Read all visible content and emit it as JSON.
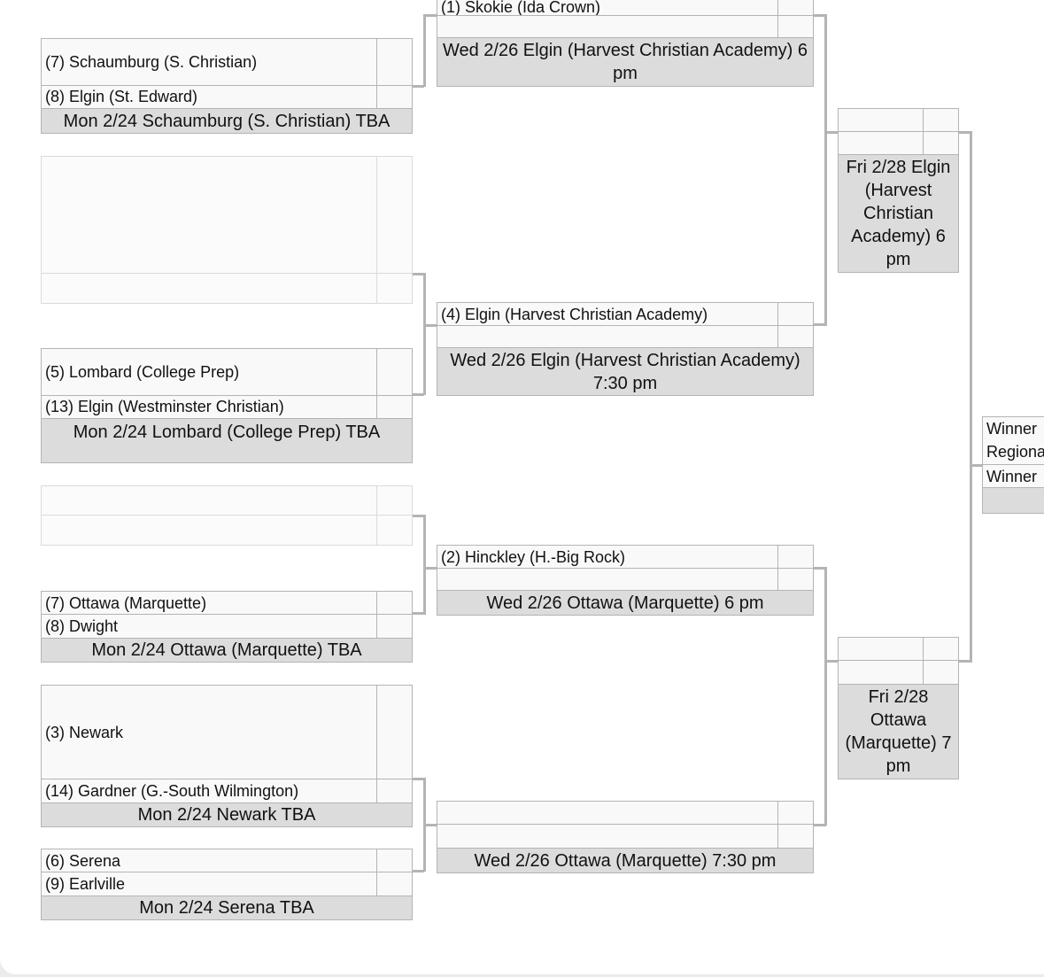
{
  "regional_a": {
    "round1": {
      "game1": {
        "seed_7": "(7) Schaumburg (S. Christian)",
        "seed_8": "(8) Elgin (St. Edward)",
        "info": "Mon 2/24 Schaumburg (S. Christian) TBA"
      },
      "game2": {
        "seed_5": "(5) Lombard (College Prep)",
        "seed_13": "(13) Elgin (Westminster Christian)",
        "info": "Mon 2/24 Lombard (College Prep) TBA"
      }
    },
    "round2": {
      "game1": {
        "seed_1": "(1) Skokie (Ida Crown)",
        "info": "Wed 2/26 Elgin (Harvest Christian Academy) 6 pm"
      },
      "game2": {
        "seed_4": "(4) Elgin (Harvest Christian Academy)",
        "info": "Wed 2/26 Elgin (Harvest Christian Academy) 7:30 pm"
      }
    },
    "final": {
      "info": "Fri 2/28 Elgin (Harvest Christian Academy) 6 pm"
    }
  },
  "regional_b": {
    "round1": {
      "game1": {
        "seed_7": "(7) Ottawa (Marquette)",
        "seed_8": "(8) Dwight",
        "info": "Mon 2/24 Ottawa (Marquette) TBA"
      },
      "game2": {
        "seed_3": "(3) Newark",
        "seed_14": "(14) Gardner (G.-South Wilmington)",
        "info": "Mon 2/24 Newark TBA"
      },
      "game3": {
        "seed_6": "(6) Serena",
        "seed_9": "(9) Earlville",
        "info": "Mon 2/24 Serena TBA"
      }
    },
    "round2": {
      "game1": {
        "seed_2": "(2) Hinckley (H.-Big Rock)",
        "info": "Wed 2/26 Ottawa (Marquette) 6 pm"
      },
      "game2": {
        "info": "Wed 2/26 Ottawa (Marquette) 7:30 pm"
      }
    },
    "final": {
      "info": "Fri 2/28 Ottawa (Marquette) 7 pm"
    }
  },
  "sectional": {
    "slot_1": "Winner",
    "slot_1_sub": "Regional",
    "slot_2": "Winner"
  }
}
